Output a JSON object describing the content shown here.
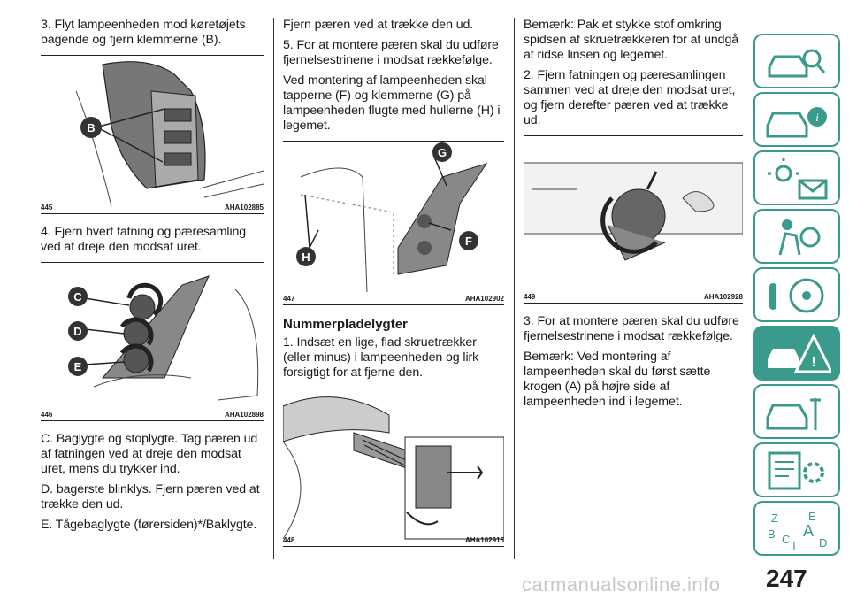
{
  "col1": {
    "p1": "3. Flyt lampeenheden mod køretøjets bagende og fjern klemmerne (B).",
    "fig445": {
      "num": "445",
      "code": "AHA102885",
      "label_b": "B"
    },
    "p2": "4. Fjern hvert fatning og pæresamling ved at dreje den modsat uret.",
    "fig446": {
      "num": "446",
      "code": "AHA102898",
      "label_c": "C",
      "label_d": "D",
      "label_e": "E"
    },
    "p3": "C. Baglygte og stoplygte. Tag pæren ud af fatningen ved at dreje den modsat uret, mens du trykker ind.",
    "p4": "D. bagerste blinklys. Fjern pæren ved at trække den ud.",
    "p5": "E. Tågebaglygte (førersiden)*/Baklygte."
  },
  "col2": {
    "p1": "Fjern pæren ved at trække den ud.",
    "p2": "5. For at montere pæren skal du udføre fjernelsestrinene i modsat rækkefølge.",
    "p3": "Ved montering af lampeenheden skal tapperne (F) og klemmerne (G) på lampeenheden flugte med hullerne (H) i legemet.",
    "fig447": {
      "num": "447",
      "code": "AHA102902",
      "label_g": "G",
      "label_h": "H",
      "label_f": "F"
    },
    "heading": "Nummerpladelygter",
    "p4": "1. Indsæt en lige, flad skruetrækker (eller minus) i lampeenheden og lirk forsigtigt for at fjerne den.",
    "fig448": {
      "num": "448",
      "code": "AHA102915"
    }
  },
  "col3": {
    "p1": "Bemærk: Pak et stykke stof omkring spidsen af skruetrækkeren for at undgå at ridse linsen og legemet.",
    "p2": "2. Fjern fatningen og pæresamlingen sammen ved at dreje den modsat uret, og fjern derefter pæren ved at trække ud.",
    "fig449": {
      "num": "449",
      "code": "AHA102928"
    },
    "p3": "3. For at montere pæren skal du udføre fjernelsestrinene i modsat rækkefølge.",
    "p4": "Bemærk: Ved montering af lampeenheden skal du først sætte krogen (A) på højre side af lampeenheden ind i legemet."
  },
  "sidebar": {
    "tabs": [
      "car-search-icon",
      "car-info-icon",
      "warning-lights-icon",
      "airbag-person-icon",
      "steering-key-icon",
      "roadside-warning-icon",
      "car-service-icon",
      "specs-gear-icon",
      "alphabet-index-icon"
    ],
    "active_index": 5,
    "accent": "#3a9a8c",
    "index_letters": [
      "Z",
      "E",
      "A",
      "B",
      "C",
      "D",
      "T"
    ]
  },
  "page_number": "247",
  "watermark": "carmanualsonline.info"
}
